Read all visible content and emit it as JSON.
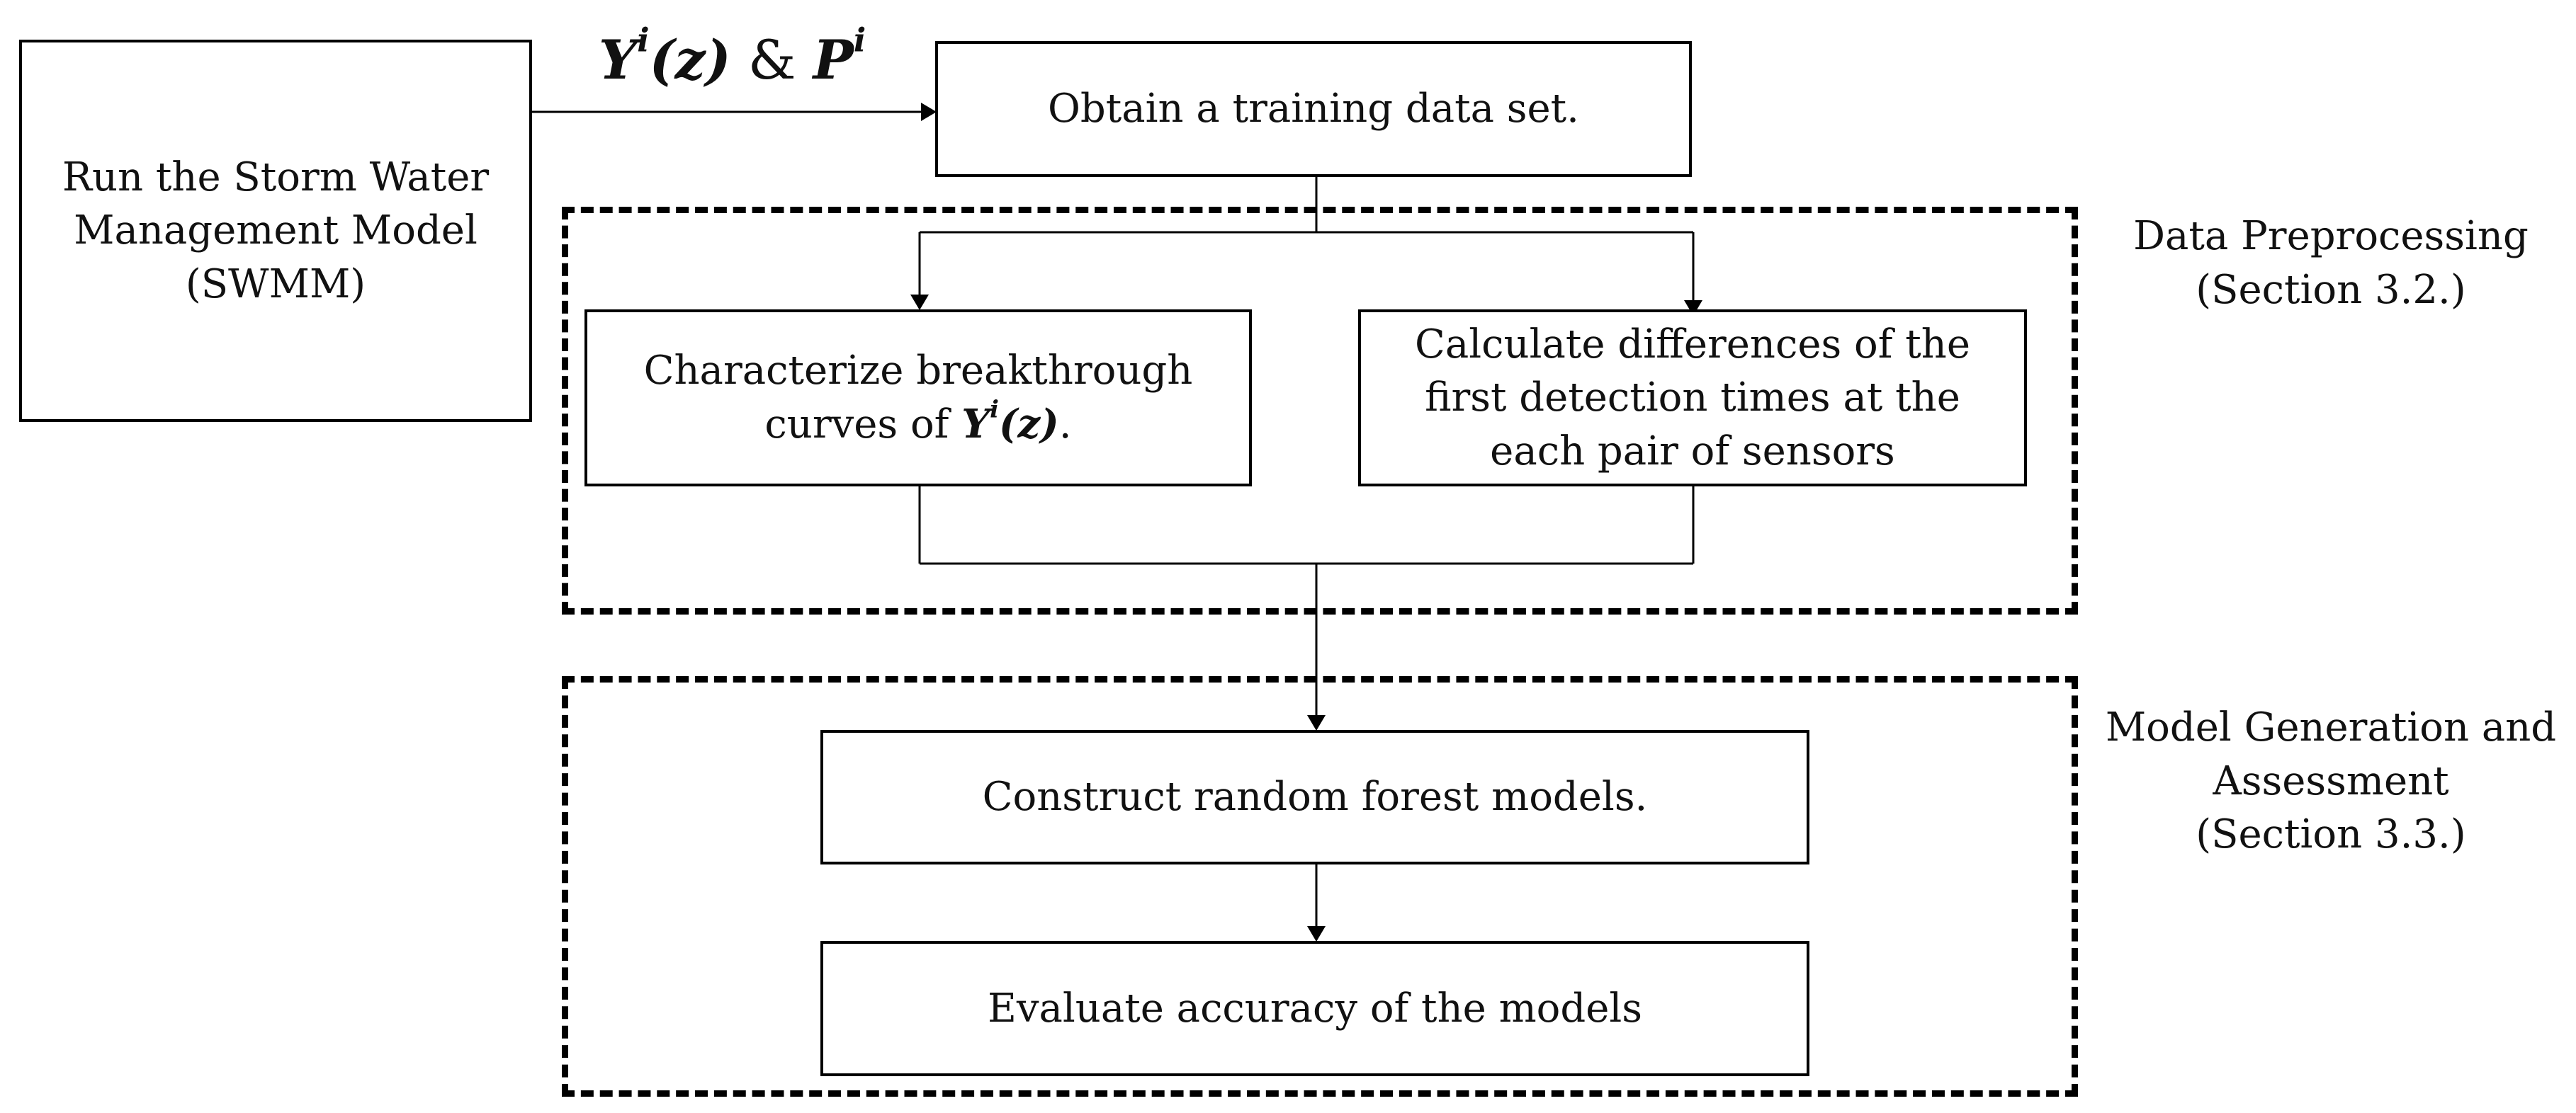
{
  "diagram": {
    "input_edge_label": {
      "y": "Y",
      "y_sup": "i",
      "y_arg": "(z)",
      "amp": "&",
      "p": "P",
      "p_sup": "i"
    },
    "nodes": {
      "swmm": {
        "lines": [
          "Run the Storm Water",
          "Management Model",
          "(SWMM)"
        ]
      },
      "obtain": {
        "text": "Obtain a training data set."
      },
      "characterize": {
        "line1": "Characterize breakthrough",
        "line2_pre": "curves of ",
        "line2_var": "Y",
        "line2_sup": "i",
        "line2_arg": "(z)",
        "line2_post": "."
      },
      "calculate": {
        "lines": [
          "Calculate differences of the",
          "first detection times at the",
          "each pair of sensors"
        ]
      },
      "construct": {
        "text": "Construct random forest models."
      },
      "evaluate": {
        "text": "Evaluate accuracy of the models"
      }
    },
    "groups": {
      "preprocessing": {
        "lines": [
          "Data Preprocessing",
          "(Section 3.2.)"
        ]
      },
      "generation": {
        "lines": [
          "Model Generation and",
          "Assessment",
          "(Section 3.3.)"
        ]
      }
    }
  }
}
